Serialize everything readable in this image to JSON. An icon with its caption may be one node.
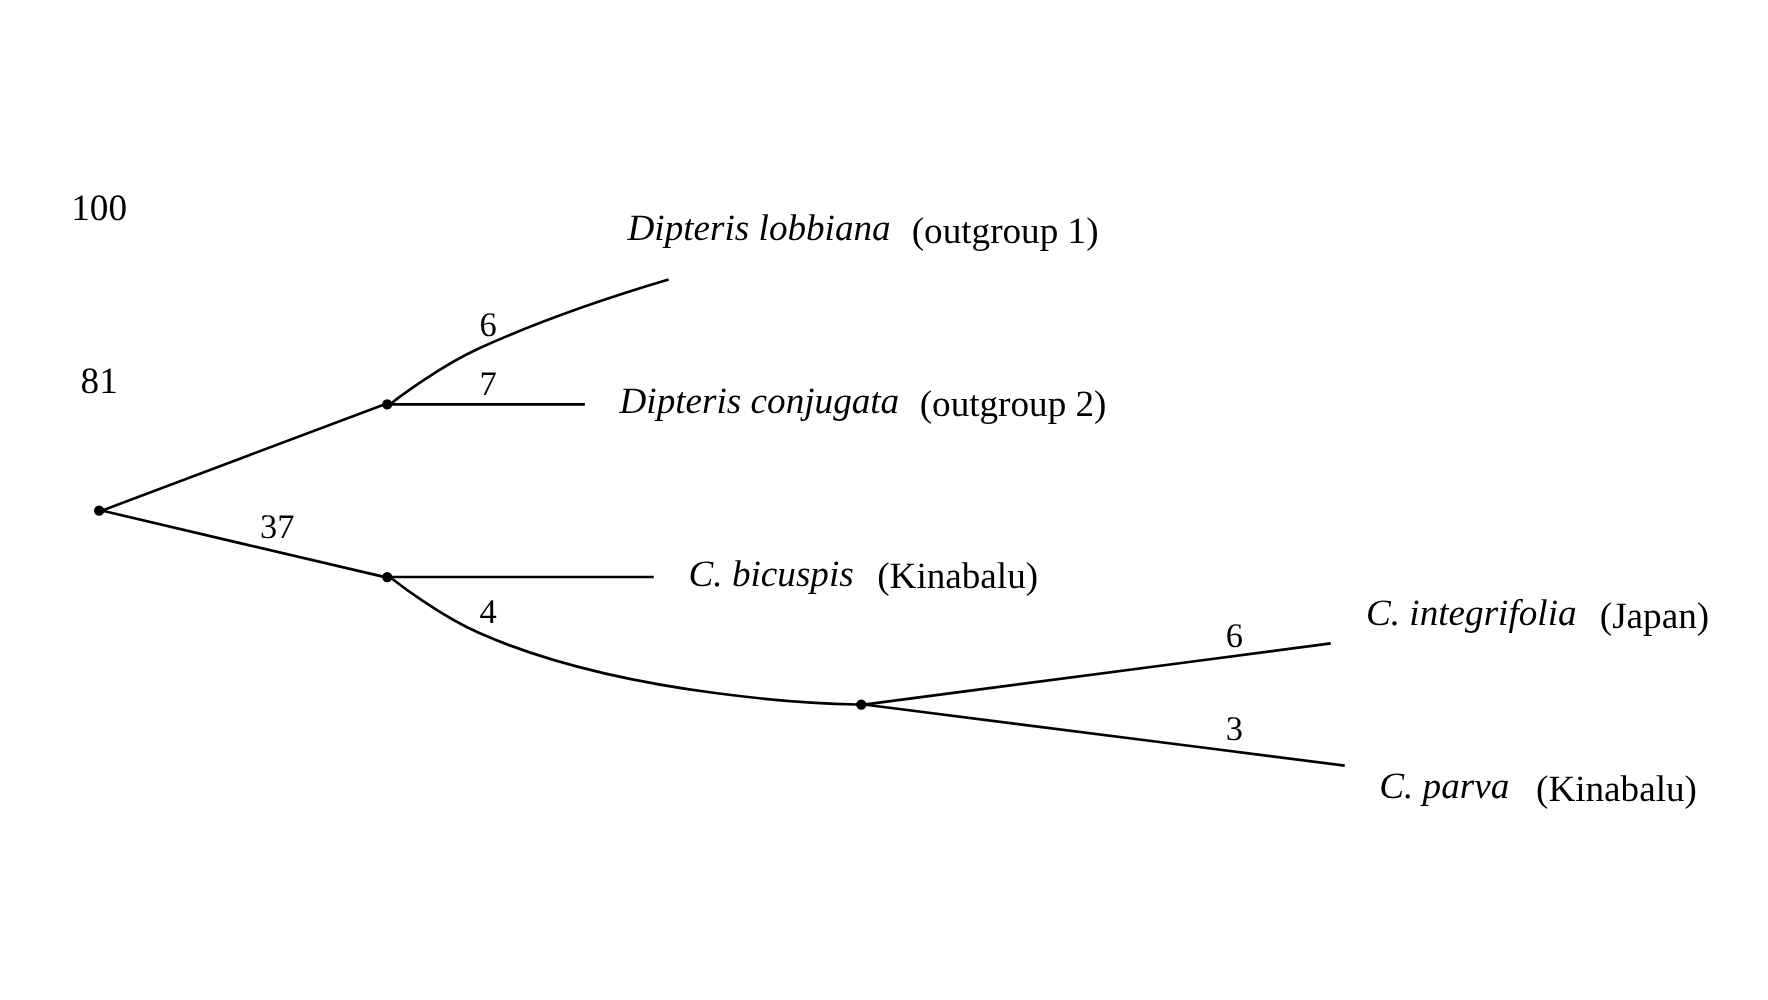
{
  "diagram": {
    "nodes": [
      {
        "text": [
          "*Dipteris lobbiana* (outgroup 1)"
        ]
      },
      {
        "text": [
          "*Dipteris conjugata* (outgroup 2)"
        ]
      },
      {
        "text": [
          "*C. integrifolia* (Japan)"
        ]
      },
      {
        "text": [
          "*C. parva* (Kinabalu)"
        ]
      },
      {
        "text": [
          "*C. bicuspis* (Kinabalu)"
        ]
      },
      {
        "text": [],
        "shape": "point"
      },
      {
        "text": [],
        "shape": "point"
      },
      {
        "text": [],
        "shape": "point"
      },
      {
        "text": [],
        "shape": "point"
      }
    ],
    "edges": [
      {
        "from": 5,
        "to": 6,
        "arrow": "none"
      },
      {
        "from": 6,
        "to": 0,
        "label": "6",
        "arrow": "none"
      },
      {
        "from": 6,
        "to": 1,
        "label": "7",
        "arrow": "none"
      },
      {
        "from": 5,
        "to": 7,
        "label": "37",
        "arrow": "none"
      },
      {
        "from": 7,
        "to": 8,
        "label": "4",
        "arrow": "none"
      },
      {
        "from": 8,
        "to": 2,
        "label": "6",
        "arrow": "none"
      },
      {
        "from": 8,
        "to": 3,
        "label": "3",
        "arrow": "none"
      },
      {
        "from": 7,
        "to": 4,
        "arrow": "none"
      }
    ],
    "labels": [
      "81",
      "100"
    ]
  }
}
